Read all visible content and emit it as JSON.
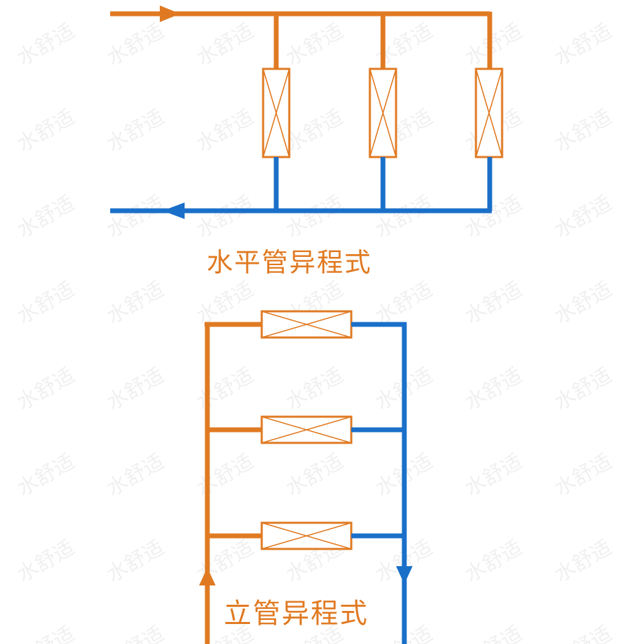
{
  "colors": {
    "supply": "#E07A22",
    "return": "#1A6FC9",
    "caption_horizontal": "#E07A22",
    "caption_vertical": "#E07A22",
    "watermark": "#AAAAAA",
    "background": "#FFFFFF"
  },
  "diagrams": {
    "horizontal": {
      "caption": "水平管异程式",
      "units": 3
    },
    "vertical": {
      "caption": "立管异程式",
      "units": 3
    }
  },
  "watermark": {
    "text": "水舒适"
  }
}
